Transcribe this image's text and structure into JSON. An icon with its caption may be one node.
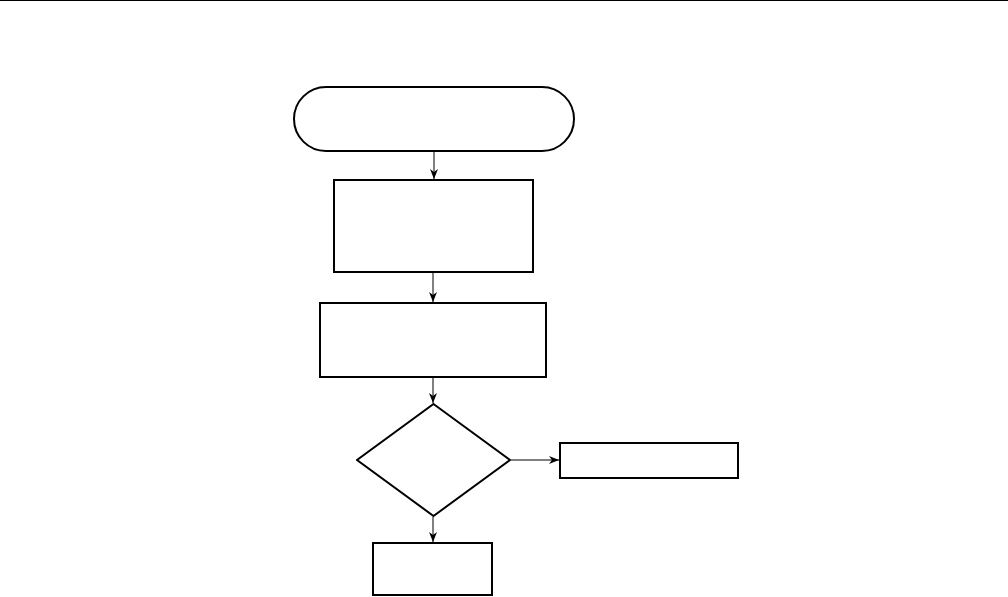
{
  "diagram": {
    "nodes": [
      {
        "text": [],
        "shape": "pill"
      },
      {
        "text": [],
        "shape": "box"
      },
      {
        "text": [],
        "shape": "box"
      },
      {
        "text": [],
        "shape": "diamond"
      },
      {
        "text": [],
        "shape": "box"
      },
      {
        "text": [],
        "shape": "box"
      }
    ],
    "edges": [
      {
        "from": 0,
        "to": 1,
        "arrow": "to"
      },
      {
        "from": 1,
        "to": 2,
        "arrow": "to"
      },
      {
        "from": 2,
        "to": 3,
        "arrow": "to"
      },
      {
        "from": 3,
        "to": 4,
        "arrow": "to"
      },
      {
        "from": 3,
        "to": 5,
        "arrow": "to"
      }
    ]
  }
}
